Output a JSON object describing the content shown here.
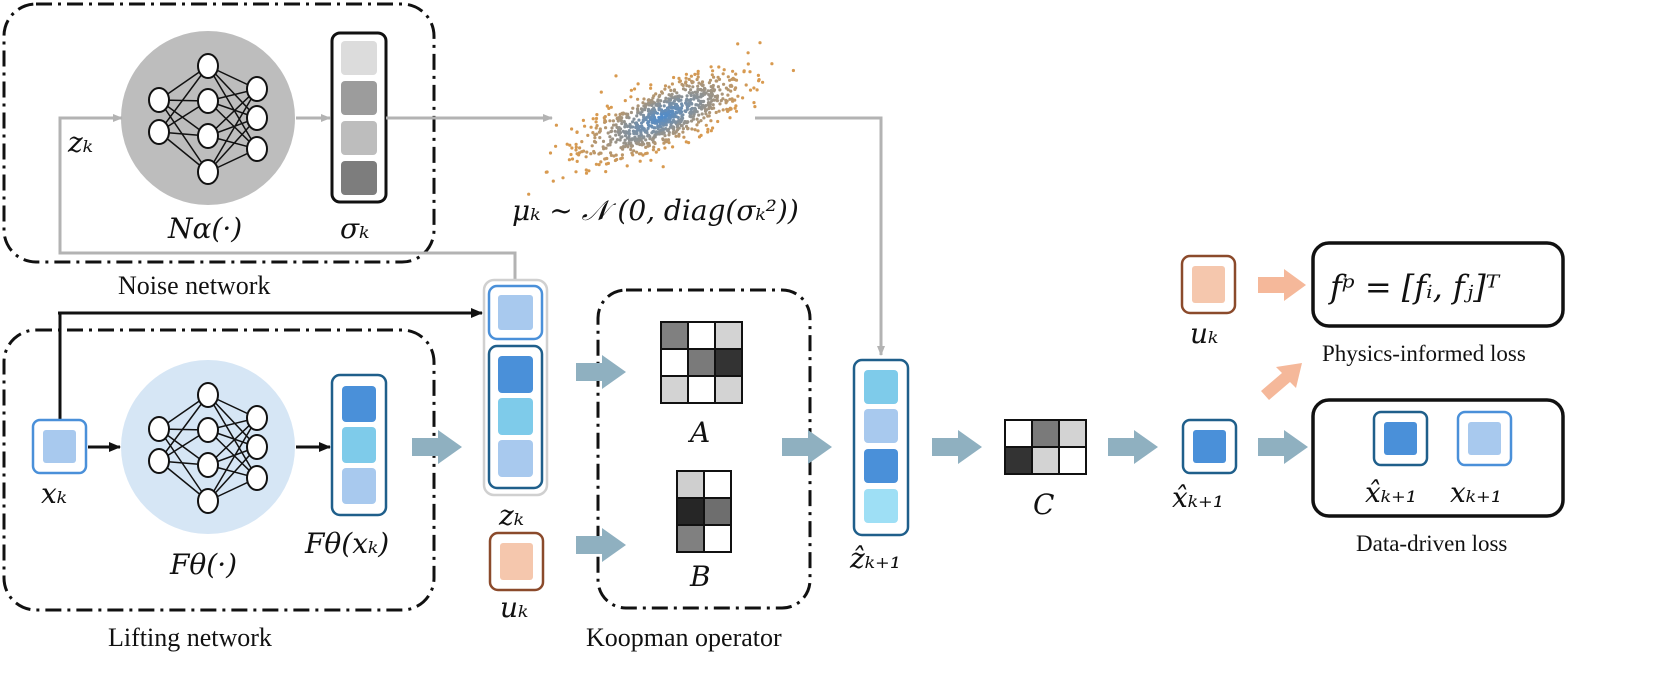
{
  "labels": {
    "noise_network": "Noise network",
    "lifting_network": "Lifting network",
    "koopman_operator": "Koopman operator",
    "physics_loss": "Physics-informed loss",
    "data_loss": "Data-driven loss"
  },
  "math": {
    "z_k_noise_input": "zₖ",
    "N_alpha": "Nα(·)",
    "sigma_k": "σₖ",
    "mu_k_dist": "μₖ ~ 𝒩 (0, diag(σₖ²))",
    "x_k": "xₖ",
    "F_theta": "Fθ(·)",
    "F_theta_xk": "Fθ(xₖ)",
    "z_k": "zₖ",
    "u_k_left": "uₖ",
    "A": "A",
    "B": "B",
    "z_hat_k1": "ẑₖ₊₁",
    "C": "C",
    "x_hat_k1": "x̂ₖ₊₁",
    "u_k_right": "uₖ",
    "fp_eq": "fᵖ = [fᵢ, fⱼ]ᵀ",
    "x_hat_k1_loss": "x̂ₖ₊₁",
    "x_k1_loss": "xₖ₊₁"
  },
  "colors": {
    "arrow_gray": "#b3b3b3",
    "arrow_teal": "#8fb0c0",
    "arrow_orange": "#f5b89a",
    "noise_circle": "#bdbdbd",
    "lifting_circle": "#d6e6f5",
    "blue_dark": "#4a90d9",
    "blue_mid": "#7ecbea",
    "blue_light": "#a8c9ee",
    "blue_pale": "#9edff5",
    "peach": "#f5c7ad",
    "box_blue": "#1f5f8b",
    "box_brown": "#8b4a2b"
  },
  "matrices": {
    "A": [
      [
        "#808080",
        "#ffffff",
        "#d3d3d3"
      ],
      [
        "#ffffff",
        "#7a7a7a",
        "#333333"
      ],
      [
        "#d3d3d3",
        "#ffffff",
        "#d3d3d3"
      ]
    ],
    "B": [
      [
        "#cfcfcf",
        "#ffffff"
      ],
      [
        "#262626",
        "#6e6e6e"
      ],
      [
        "#808080",
        "#ffffff"
      ]
    ],
    "C": [
      [
        "#ffffff",
        "#7a7a7a",
        "#d3d3d3"
      ],
      [
        "#333333",
        "#d3d3d3",
        "#ffffff"
      ]
    ]
  }
}
